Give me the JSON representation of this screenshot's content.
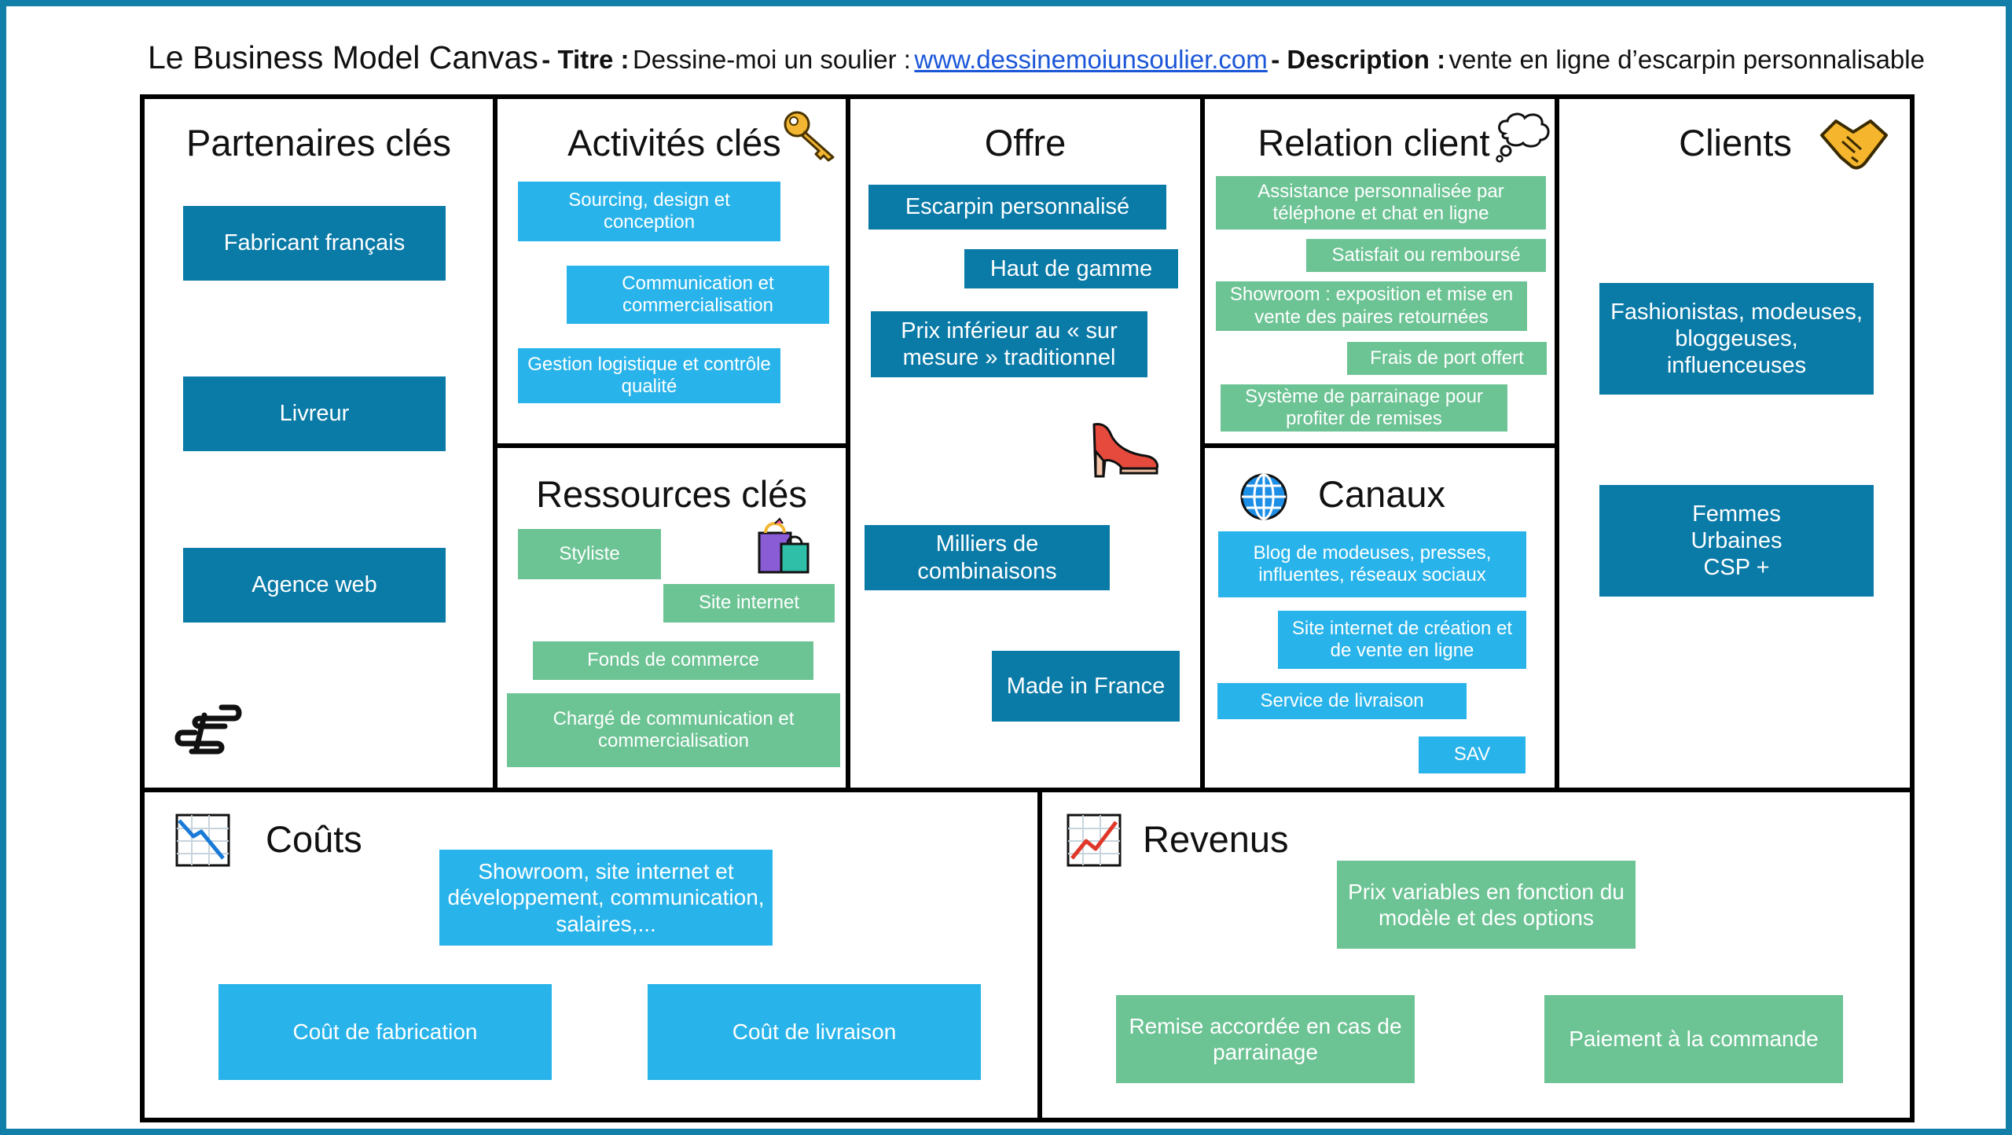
{
  "header": {
    "main_title": "Le Business Model Canvas",
    "titre_label": "- Titre :",
    "titre_value": "Dessine-moi un soulier :",
    "url": "www.dessinemoiunsoulier.com",
    "description_label": "- Description :",
    "description_value": "vente en ligne d’escarpin personnalisable"
  },
  "sections": {
    "partenaires": {
      "title": "Partenaires clés",
      "items": [
        "Fabricant français",
        "Livreur",
        "Agence web"
      ]
    },
    "activites": {
      "title": "Activités clés",
      "items": [
        "Sourcing, design et conception",
        "Communication et commercialisation",
        "Gestion logistique et contrôle qualité"
      ]
    },
    "ressources": {
      "title": "Ressources clés",
      "items": [
        "Styliste",
        "Site internet",
        "Fonds de commerce",
        "Chargé de communication et commercialisation"
      ]
    },
    "offre": {
      "title": "Offre",
      "items": [
        "Escarpin personnalisé",
        "Haut de gamme",
        "Prix inférieur au « sur mesure » traditionnel",
        "Milliers de combinaisons",
        "Made in France"
      ]
    },
    "relation": {
      "title": "Relation client",
      "items": [
        "Assistance personnalisée par téléphone et chat en ligne",
        "Satisfait ou remboursé",
        "Showroom : exposition et mise en vente des paires retournées",
        "Frais de port offert",
        "Système de parrainage pour profiter de remises"
      ]
    },
    "canaux": {
      "title": "Canaux",
      "items": [
        "Blog de modeuses, presses, influentes, réseaux sociaux",
        "Site internet de création et de vente en ligne",
        "Service de livraison",
        "SAV"
      ]
    },
    "clients": {
      "title": "Clients",
      "items": [
        "Fashionistas, modeuses, bloggeuses, influenceuses",
        "Femmes Urbaines CSP +"
      ]
    },
    "couts": {
      "title": "Coûts",
      "items": [
        "Showroom, site internet et développement, communication, salaires,...",
        "Coût de fabrication",
        "Coût de livraison"
      ]
    },
    "revenus": {
      "title": "Revenus",
      "items": [
        "Prix variables en fonction du modèle et des options",
        "Remise accordée en cas de parrainage",
        "Paiement à la commande"
      ]
    }
  },
  "icons": [
    "key-icon",
    "thought-bubble-icon",
    "handshake-icon",
    "paperclips-icon",
    "shopping-bags-icon",
    "high-heel-icon",
    "globe-icon",
    "chart-decreasing-icon",
    "chart-increasing-icon"
  ],
  "colors": {
    "frame": "#127fa8",
    "dark_card": "#0a7aa7",
    "light_card": "#28b3ea",
    "green_card": "#6cc394"
  }
}
